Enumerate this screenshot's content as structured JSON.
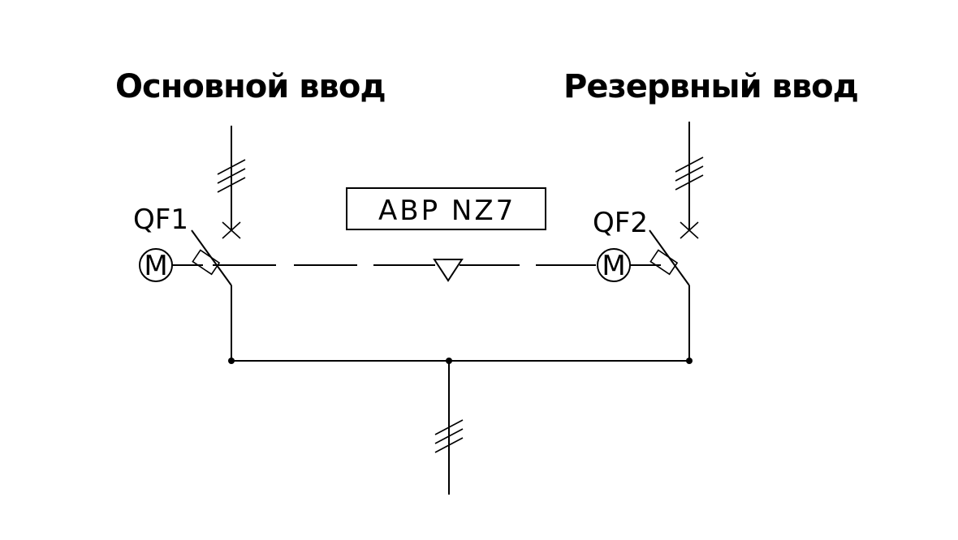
{
  "diagram": {
    "main_input_label": "Основной ввод",
    "reserve_input_label": "Резервный ввод",
    "ats_label": "ABP NZ7",
    "breaker_1_label": "QF1",
    "breaker_2_label": "QF2",
    "motor_1_label": "M",
    "motor_2_label": "M"
  }
}
